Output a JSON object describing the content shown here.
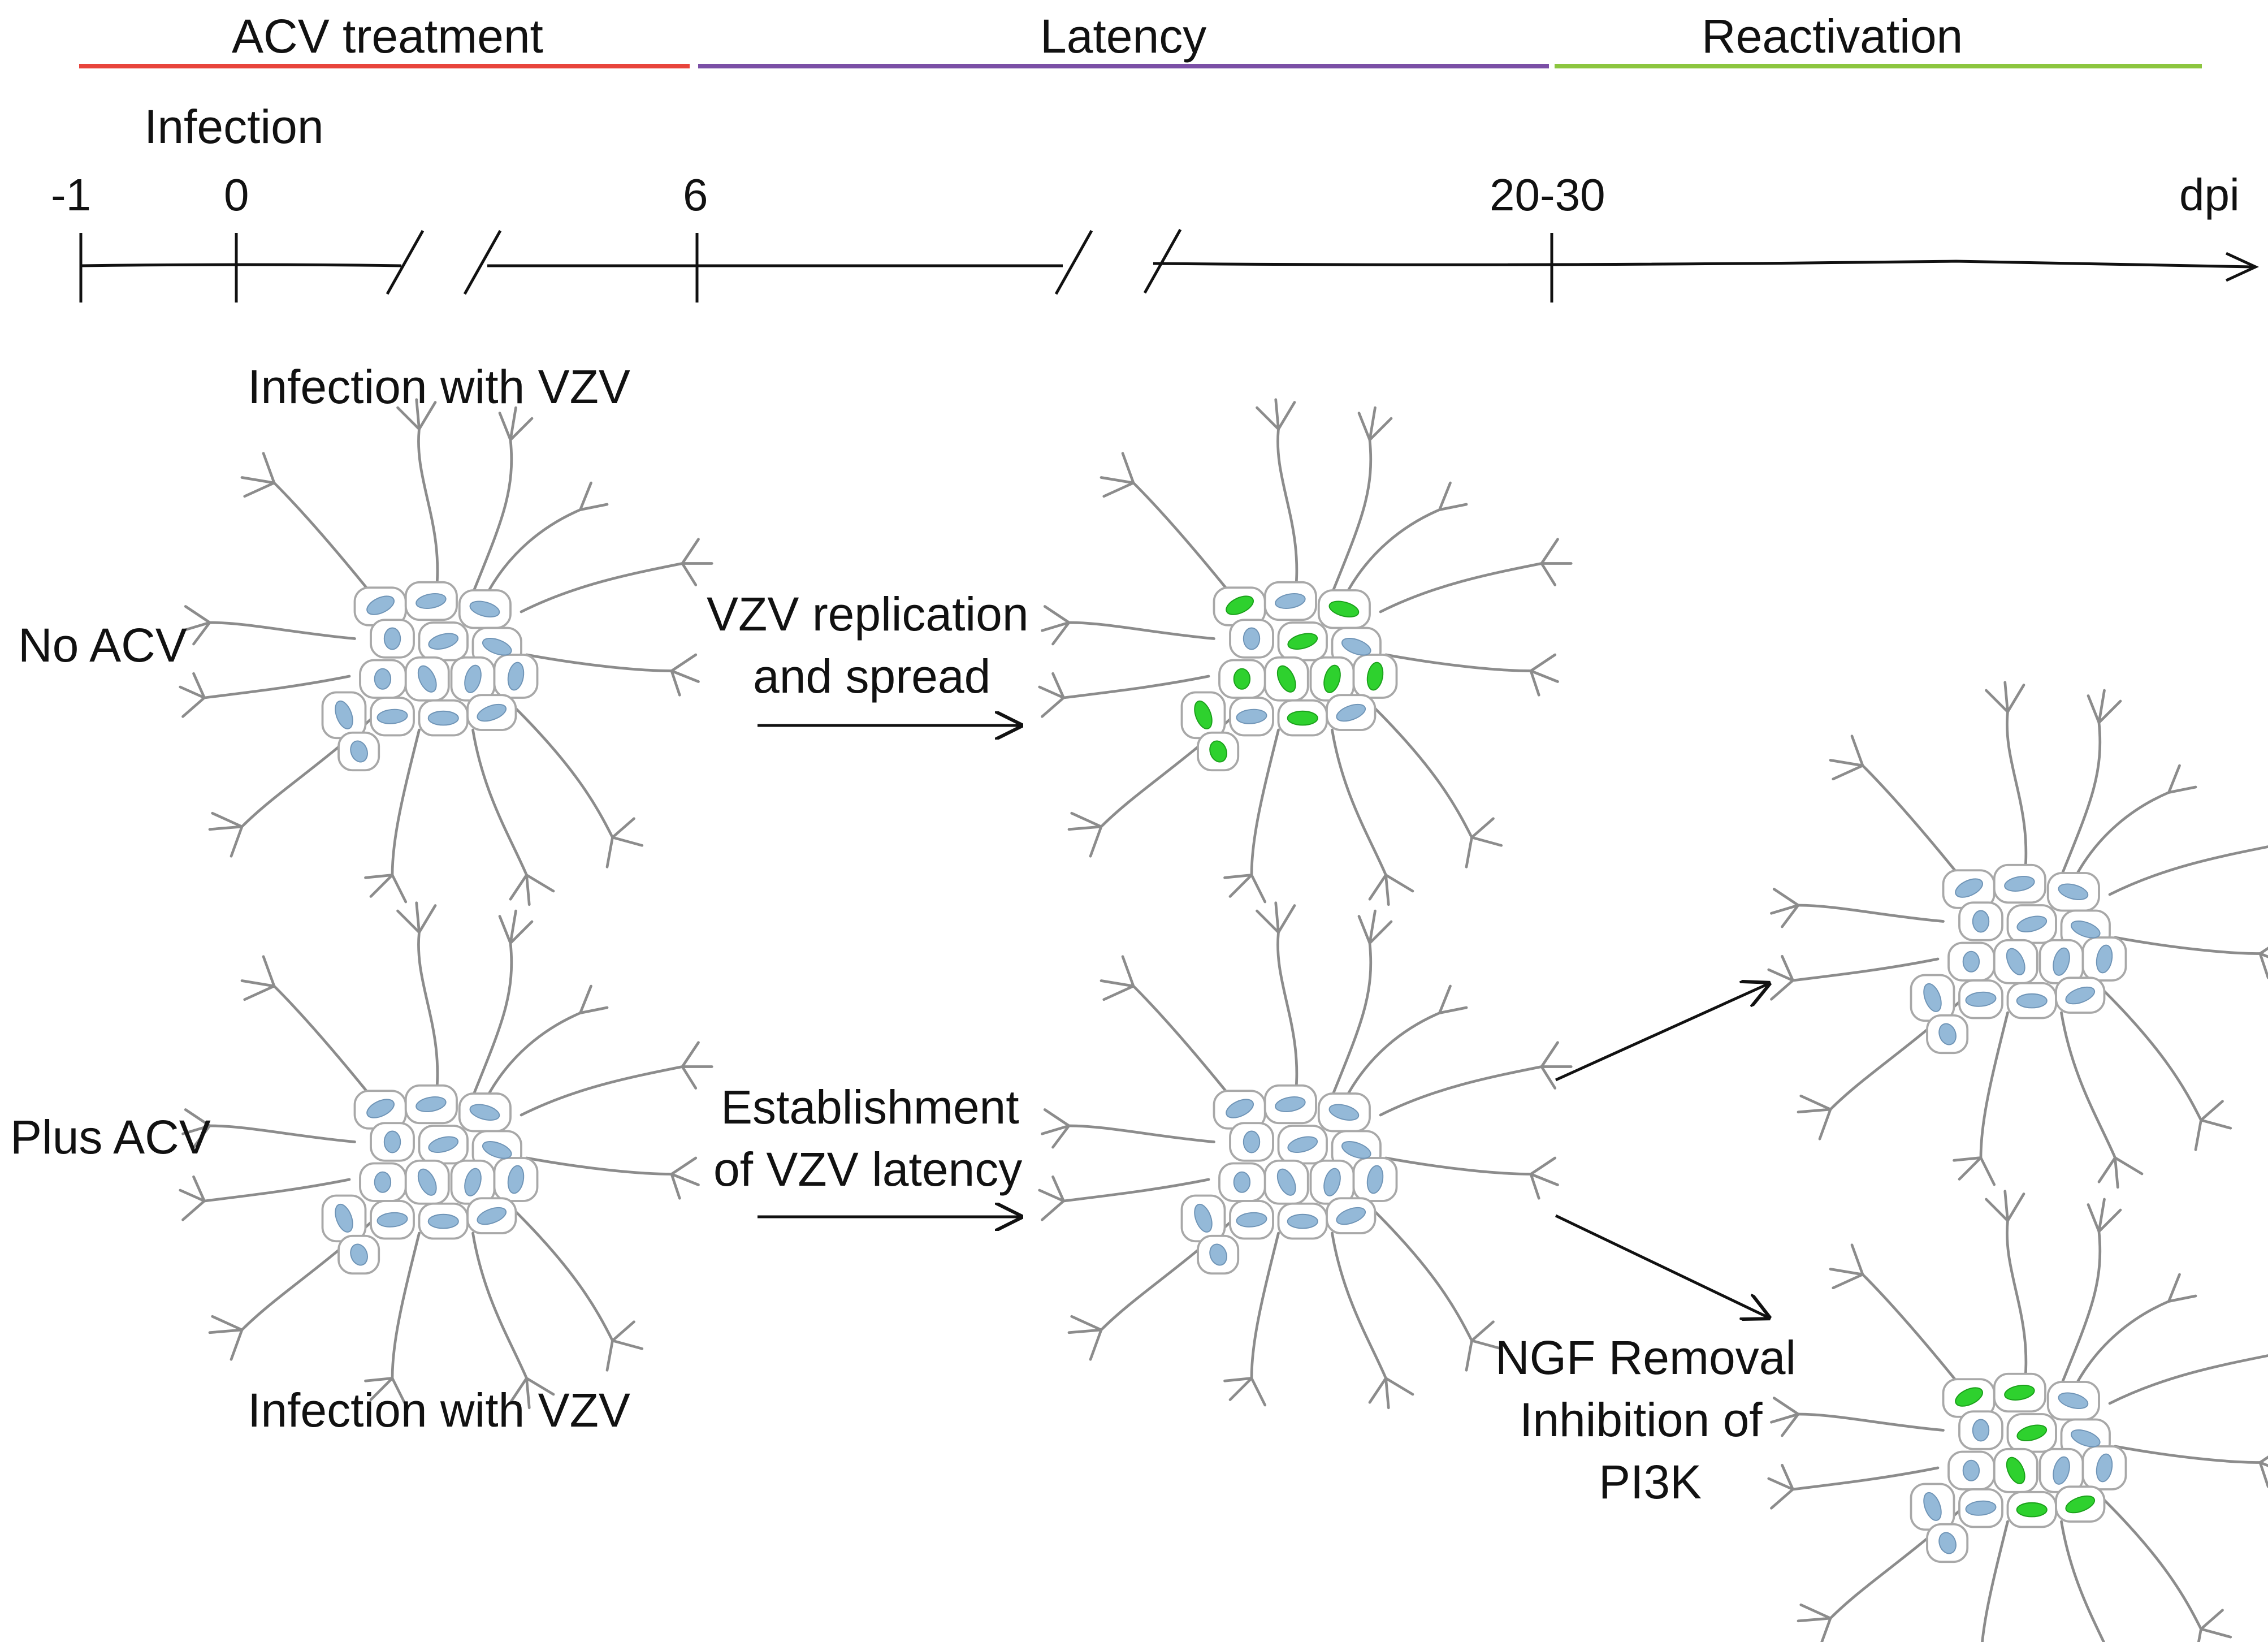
{
  "phases": [
    {
      "label": "ACV treatment",
      "color": "#e8443c"
    },
    {
      "label": "Latency",
      "color": "#7b4fa6"
    },
    {
      "label": "Reactivation",
      "color": "#8cc63f"
    }
  ],
  "timeline": {
    "infection_label": "Infection",
    "ticks": [
      "-1",
      "0",
      "6",
      "20-30"
    ],
    "unit": "dpi"
  },
  "rows": {
    "no_acv": "No ACV",
    "plus_acv": "Plus ACV"
  },
  "labels": {
    "infection_top": "Infection with VZV",
    "infection_bottom": "Infection with VZV",
    "replication_line1": "VZV replication",
    "replication_line2": "and spread",
    "latency_line1": "Establishment",
    "latency_line2": "of VZV latency",
    "reactivation_line1": "NGF Removal",
    "reactivation_line2": "Inhibition of",
    "reactivation_line3": "PI3K"
  },
  "colors": {
    "nucleus_latent": "#94b9d8",
    "nucleus_infected": "#2ed12e",
    "neuron_outline": "#8c8c8c",
    "text": "#111111"
  },
  "neuron_clusters": [
    {
      "state": "latent"
    },
    {
      "state": "infected"
    },
    {
      "state": "latent"
    },
    {
      "state": "latent"
    },
    {
      "state": "latent"
    },
    {
      "state": "reactivated"
    }
  ]
}
